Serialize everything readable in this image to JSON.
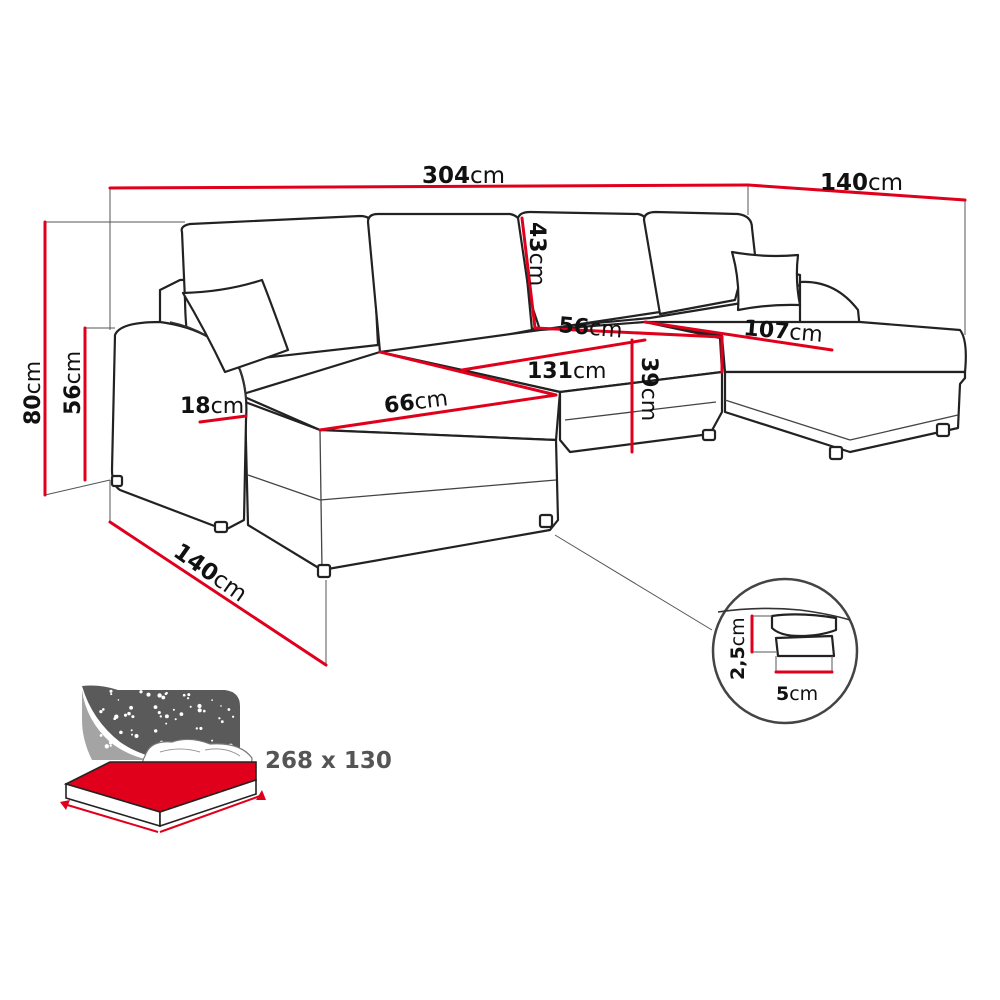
{
  "colors": {
    "dimension_red": "#e0001b",
    "outline": "#222222",
    "bed_gray": "#5a5a5a",
    "label_gray": "#555555"
  },
  "dimensions": {
    "total_width": {
      "value": "304",
      "unit": "cm"
    },
    "chaise_depth_right": {
      "value": "140",
      "unit": "cm"
    },
    "back_cushion_height": {
      "value": "43",
      "unit": "cm"
    },
    "total_height": {
      "value": "80",
      "unit": "cm"
    },
    "armrest_height": {
      "value": "56",
      "unit": "cm"
    },
    "middle_seat_depth": {
      "value": "56",
      "unit": "cm"
    },
    "right_seat_width": {
      "value": "107",
      "unit": "cm"
    },
    "middle_seat_width": {
      "value": "131",
      "unit": "cm"
    },
    "seat_height": {
      "value": "39",
      "unit": "cm"
    },
    "armrest_width": {
      "value": "18",
      "unit": "cm"
    },
    "left_seat_width": {
      "value": "66",
      "unit": "cm"
    },
    "chaise_depth_left": {
      "value": "140",
      "unit": "cm"
    },
    "leg_height": {
      "value": "2,5",
      "unit": "cm"
    },
    "leg_width": {
      "value": "5",
      "unit": "cm"
    }
  },
  "bed": {
    "size_label": "268 x 130",
    "icon": "sleeping-area-icon"
  }
}
